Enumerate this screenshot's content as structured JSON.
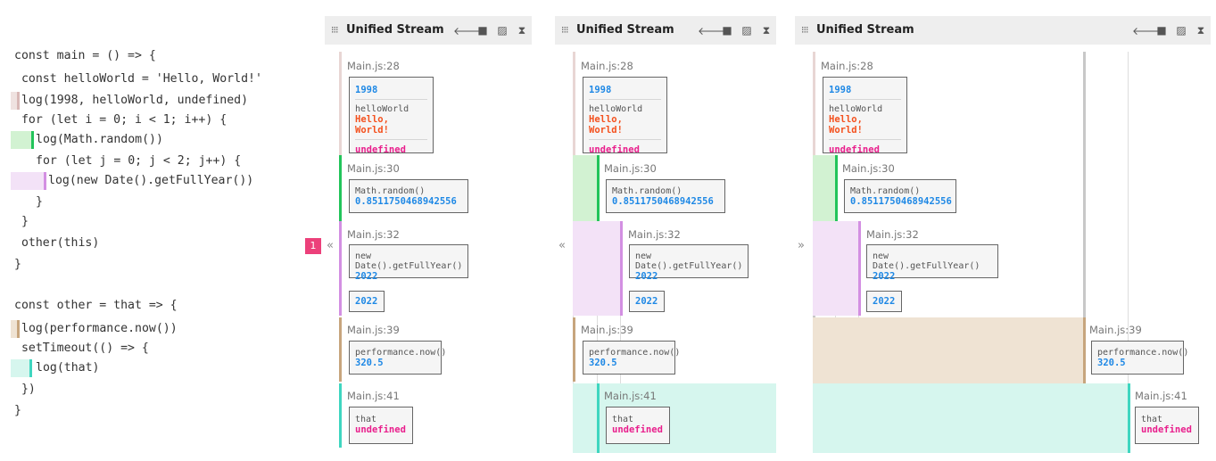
{
  "code": {
    "lines": [
      "const main = () => {",
      " const helloWorld = 'Hello, World!'",
      "log(1998, helloWorld, undefined)",
      " for (let i = 0; i < 1; i++) {",
      "log(Math.random())",
      "for (let j = 0; j < 2; j++) {",
      "log(new Date().getFullYear())",
      "}",
      " }",
      " other(this)",
      "}",
      "",
      "const other = that => {",
      "log(performance.now())",
      " setTimeout(() => {",
      "log(that)",
      " })",
      "}"
    ]
  },
  "badge": "1",
  "chevrons": {
    "collapse": "«",
    "expand": "»"
  },
  "colors": {
    "s1": "#e8d6d4",
    "s1edge": "#d8b8b6",
    "s2": "#d2f2d2",
    "s2edge": "#22c45a",
    "s3": "#f3e2f7",
    "s3edge": "#d38fe2",
    "s4": "#efe3d3",
    "s4edge": "#c7a57d",
    "s5": "#d6f6ee",
    "s5edge": "#3fd6c0"
  },
  "panel": {
    "title": "Unified Stream",
    "tools": [
      "back-arrow-icon",
      "stop-square-icon",
      "collapse-icon",
      "hourglass-icon"
    ]
  },
  "stream": {
    "s1": {
      "loc": "Main.js:28",
      "v1": "1998",
      "name": "helloWorld",
      "v2": "Hello, World!",
      "v3": "undefined"
    },
    "s2": {
      "loc": "Main.js:30",
      "name": "Math.random()",
      "value": "0.8511750468942556"
    },
    "s3": {
      "loc": "Main.js:32",
      "name": "new Date().getFullYear()",
      "value": "2022",
      "value2": "2022"
    },
    "s4": {
      "loc": "Main.js:39",
      "name": "performance.now()",
      "value": "320.5"
    },
    "s5": {
      "loc": "Main.js:41",
      "name": "that",
      "value": "undefined"
    }
  }
}
